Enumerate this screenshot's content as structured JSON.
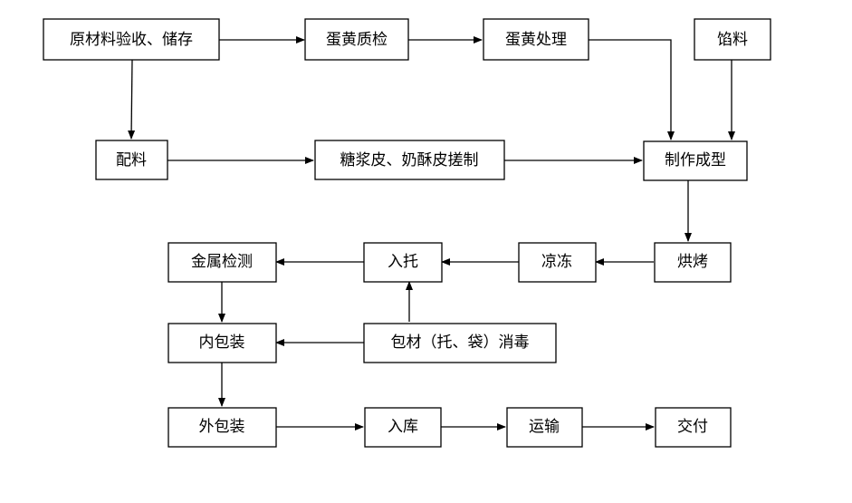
{
  "flowchart": {
    "nodes": [
      {
        "id": "raw",
        "label": "原材料验收、储存"
      },
      {
        "id": "yolkqc",
        "label": "蛋黄质检"
      },
      {
        "id": "yolkproc",
        "label": "蛋黄处理"
      },
      {
        "id": "filling",
        "label": "馅料"
      },
      {
        "id": "batching",
        "label": "配料"
      },
      {
        "id": "skin",
        "label": "糖浆皮、奶酥皮搓制"
      },
      {
        "id": "forming",
        "label": "制作成型"
      },
      {
        "id": "baking",
        "label": "烘烤"
      },
      {
        "id": "cooling",
        "label": "凉冻"
      },
      {
        "id": "tray",
        "label": "入托"
      },
      {
        "id": "metal",
        "label": "金属检测"
      },
      {
        "id": "disinfect",
        "label": "包材（托、袋）消毒"
      },
      {
        "id": "inner",
        "label": "内包装"
      },
      {
        "id": "outer",
        "label": "外包装"
      },
      {
        "id": "storage",
        "label": "入库"
      },
      {
        "id": "transport",
        "label": "运输"
      },
      {
        "id": "delivery",
        "label": "交付"
      }
    ],
    "edges": [
      {
        "from": "raw",
        "to": "yolkqc"
      },
      {
        "from": "yolkqc",
        "to": "yolkproc"
      },
      {
        "from": "yolkproc",
        "to": "forming"
      },
      {
        "from": "filling",
        "to": "forming"
      },
      {
        "from": "raw",
        "to": "batching"
      },
      {
        "from": "batching",
        "to": "skin"
      },
      {
        "from": "skin",
        "to": "forming"
      },
      {
        "from": "forming",
        "to": "baking"
      },
      {
        "from": "baking",
        "to": "cooling"
      },
      {
        "from": "cooling",
        "to": "tray"
      },
      {
        "from": "tray",
        "to": "metal"
      },
      {
        "from": "disinfect",
        "to": "tray"
      },
      {
        "from": "disinfect",
        "to": "inner"
      },
      {
        "from": "metal",
        "to": "inner"
      },
      {
        "from": "inner",
        "to": "outer"
      },
      {
        "from": "outer",
        "to": "storage"
      },
      {
        "from": "storage",
        "to": "transport"
      },
      {
        "from": "transport",
        "to": "delivery"
      }
    ]
  }
}
